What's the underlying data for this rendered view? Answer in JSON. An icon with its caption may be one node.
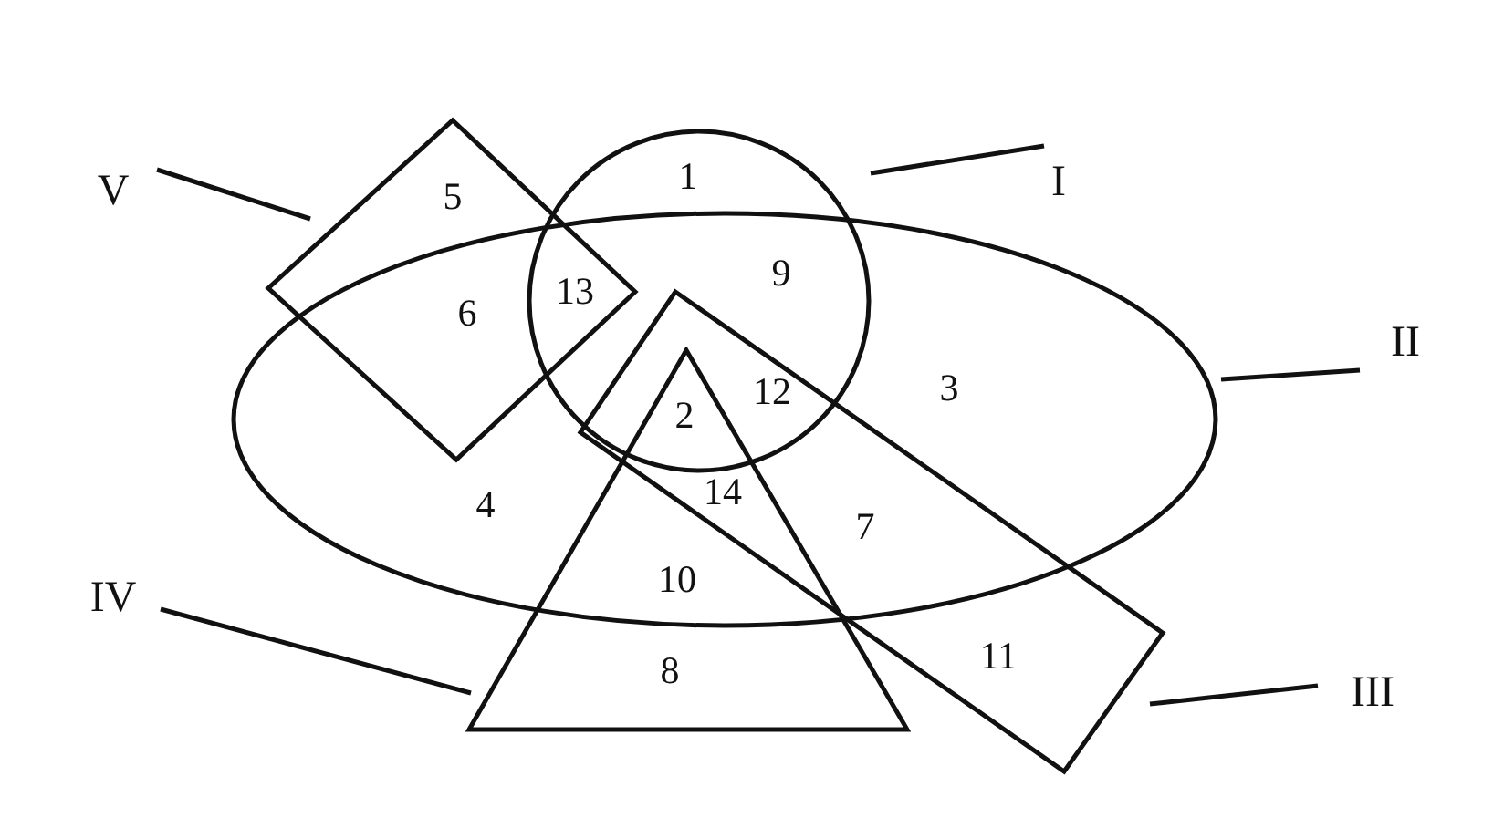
{
  "diagram": {
    "nodes": [
      {
        "text": [],
        "shape": "circle"
      },
      {
        "text": [],
        "shape": "ellipse"
      },
      {
        "text": [],
        "shape": "box"
      },
      {
        "text": [],
        "shape": "triangle"
      },
      {
        "text": [],
        "shape": "diamond"
      },
      {
        "text": [
          "V"
        ]
      },
      {
        "text": [
          "I"
        ]
      },
      {
        "text": [
          "II"
        ]
      },
      {
        "text": [
          "III"
        ]
      },
      {
        "text": [
          "IV"
        ]
      }
    ],
    "edges": [
      {
        "from": 5,
        "to": 4,
        "arrow": "none"
      },
      {
        "from": 6,
        "to": 0,
        "arrow": "none"
      },
      {
        "from": 7,
        "to": 1,
        "arrow": "none"
      },
      {
        "from": 8,
        "to": 2,
        "arrow": "none"
      },
      {
        "from": 9,
        "to": 3,
        "arrow": "none"
      }
    ],
    "labels": [
      "1",
      "5",
      "9",
      "13",
      "6",
      "3",
      "12",
      "2",
      "4",
      "14",
      "7",
      "10",
      "8",
      "11"
    ]
  }
}
